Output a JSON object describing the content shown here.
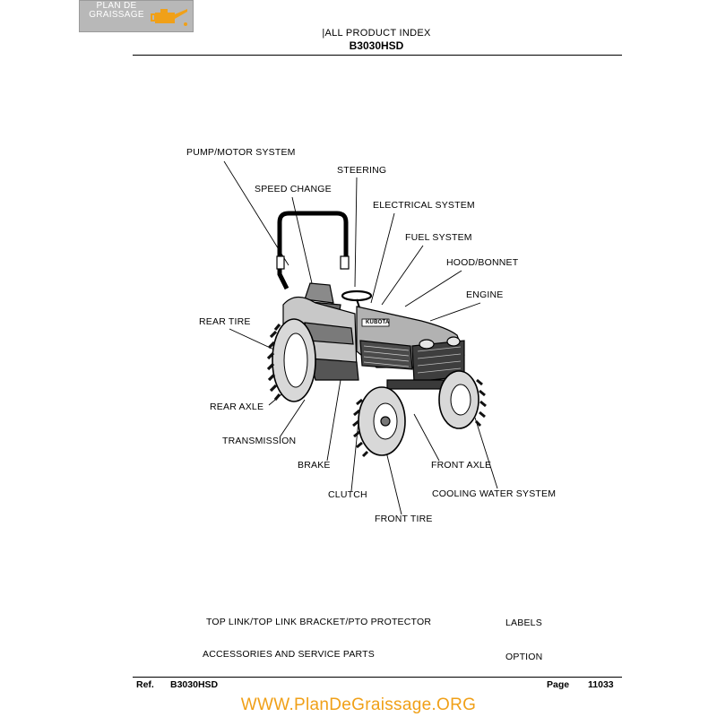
{
  "logo": {
    "text": "PLAN DE GRAISSAGE",
    "icon": "oil-can-icon"
  },
  "header": {
    "title": "|ALL PRODUCT INDEX",
    "model": "B3030HSD"
  },
  "diagram": {
    "labels": {
      "pump_motor": "PUMP/MOTOR SYSTEM",
      "steering": "STEERING",
      "speed_change": "SPEED CHANGE",
      "electrical": "ELECTRICAL SYSTEM",
      "fuel": "FUEL SYSTEM",
      "hood": "HOOD/BONNET",
      "engine": "ENGINE",
      "rear_tire": "REAR TIRE",
      "rear_axle": "REAR AXLE",
      "transmission": "TRANSMISSION",
      "brake": "BRAKE",
      "clutch": "CLUTCH",
      "front_tire": "FRONT TIRE",
      "front_axle": "FRONT AXLE",
      "cooling": "COOLING WATER SYSTEM"
    },
    "brand": "KUBOTA"
  },
  "sections": {
    "top_link": "TOP LINK/TOP LINK BRACKET/PTO PROTECTOR",
    "labels": "LABELS",
    "accessories": "ACCESSORIES AND SERVICE PARTS",
    "option": "OPTION"
  },
  "footer": {
    "ref_label": "Ref.",
    "ref_value": "B3030HSD",
    "page_label": "Page",
    "page_value": "11033"
  },
  "watermark": "WWW.PlanDeGraissage.ORG"
}
